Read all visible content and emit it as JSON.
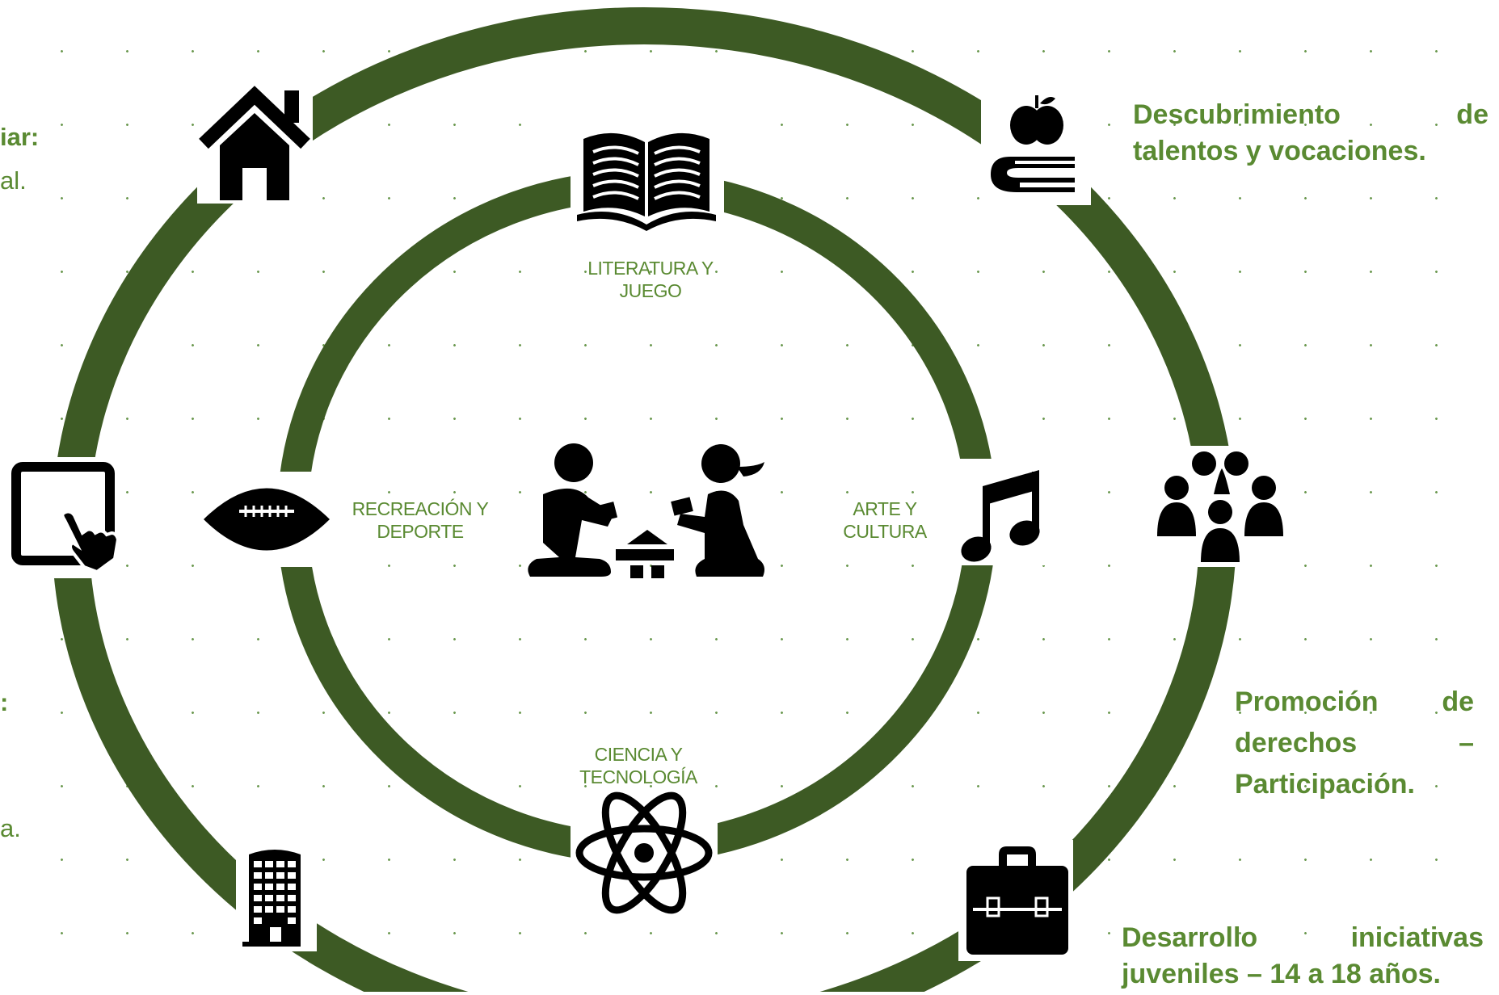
{
  "colors": {
    "ring": "#3d5a24",
    "text": "#5a8a32",
    "icon": "#000000"
  },
  "inner_labels": {
    "literatura": "LITERATURA Y\nJUEGO",
    "recreacion": "RECREACIÓN  Y\nDEPORTE",
    "arte": "ARTE Y\nCULTURA",
    "ciencia": "CIENCIA Y\nTECNOLOGÍA"
  },
  "outer_texts": {
    "talentos_line1": "Descubrimiento de",
    "talentos_line2": "talentos y vocaciones.",
    "derechos_line1": "Promoción de",
    "derechos_line2": "derechos –",
    "derechos_line3": "Participación.",
    "juveniles_line1": "Desarrollo iniciativas",
    "juveniles_line2": "juveniles – 14 a 18 años."
  },
  "left_fragments": {
    "frag1": "iar:",
    "frag2": "al.",
    "frag3": ":",
    "frag4": "a."
  },
  "icons": [
    "home-icon",
    "apple-book-icon",
    "open-book-icon",
    "tablet-touch-icon",
    "football-icon",
    "children-playing-icon",
    "music-note-icon",
    "community-group-icon",
    "building-icon",
    "atom-icon",
    "briefcase-icon"
  ]
}
